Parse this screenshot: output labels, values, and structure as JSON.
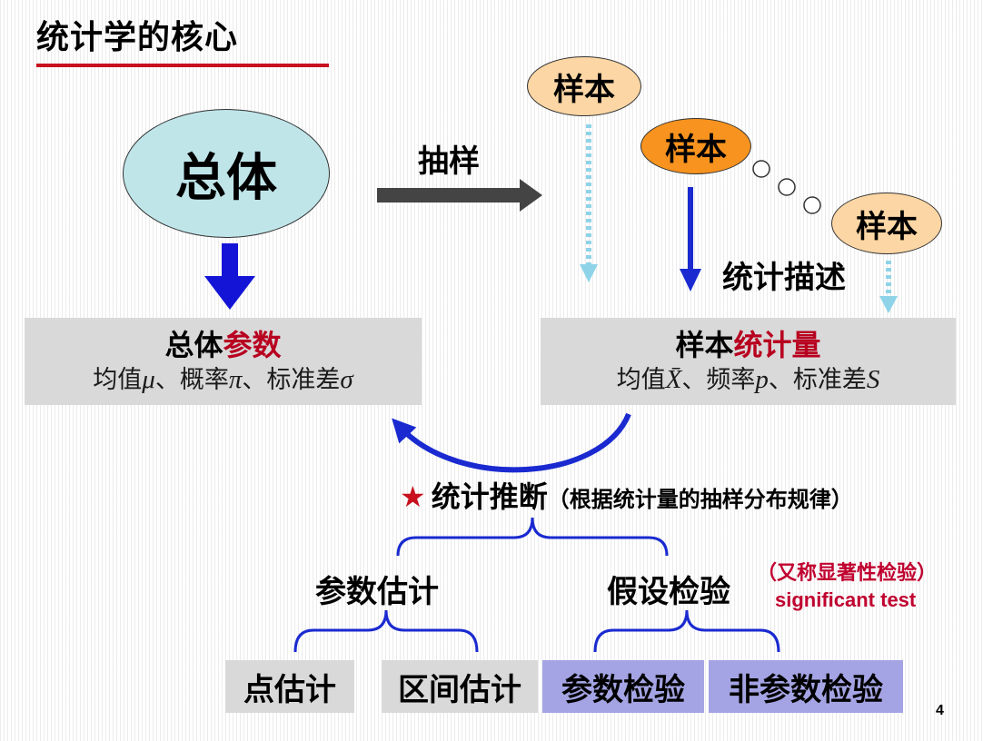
{
  "title": "统计学的核心",
  "population": {
    "label": "总体"
  },
  "sampling": {
    "label": "抽样"
  },
  "samples": [
    {
      "label": "样本"
    },
    {
      "label": "样本"
    },
    {
      "label": "样本"
    }
  ],
  "description": {
    "label": "统计描述"
  },
  "param_box": {
    "title_black": "总体",
    "title_red": "参数",
    "line": [
      "均值",
      "μ",
      "、概率",
      "π",
      "、标准差",
      "σ"
    ]
  },
  "stat_box": {
    "title_black": "样本",
    "title_red": "统计量",
    "line": [
      "均值",
      "X̄",
      "、频率",
      "p",
      "、标准差",
      "S"
    ]
  },
  "inference": {
    "star": "★",
    "title": "统计推断",
    "note": "（根据统计量的抽样分布规律）"
  },
  "methods": {
    "estimation": "参数估计",
    "testing": "假设检验",
    "testing_aka": "（又称显著性检验）",
    "testing_english": "significant test"
  },
  "leaves": {
    "point_estimation": "点估计",
    "interval_estimation": "区间估计",
    "parametric_test": "参数检验",
    "nonparametric_test": "非参数检验"
  },
  "page_number": "4",
  "colors": {
    "accent_red": "#c8101e",
    "arrow_blue": "#1a2ad0",
    "dotted_arrow": "#8fd3e8",
    "population_fill": "#bfe5e9",
    "sample_fill": "#fcd6a4",
    "sample_highlight": "#f7931e",
    "box_gray": "#d9d9d9",
    "box_lavender": "#a4a4e4"
  }
}
